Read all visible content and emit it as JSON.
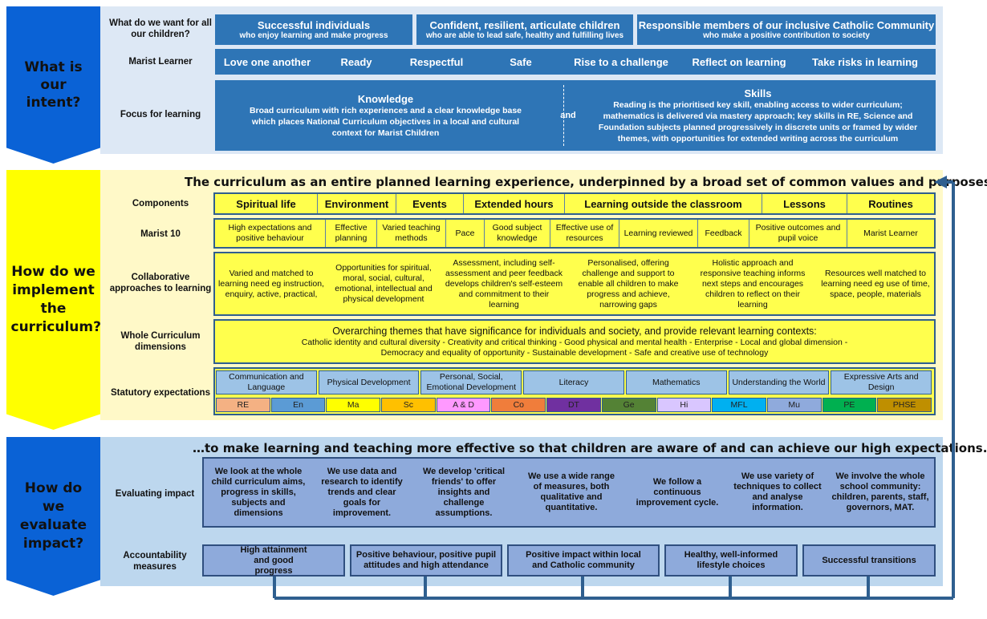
{
  "side_labels": {
    "intent": "What is our intent?",
    "implement": "How do we implement the curriculum?",
    "evaluate": "How do we evaluate impact?"
  },
  "intent": {
    "labels": {
      "want": "What do we want for all our children?",
      "learner": "Marist Learner",
      "focus": "Focus for learning"
    },
    "want_boxes": [
      {
        "title": "Successful individuals",
        "sub": "who enjoy learning and  make progress"
      },
      {
        "title": "Confident, resilient, articulate children",
        "sub": "who are able to lead safe, healthy and fulfilling lives"
      },
      {
        "title": "Responsible members of our inclusive Catholic Community",
        "sub": "who make a positive contribution to society"
      }
    ],
    "learner_items": [
      "Love one another",
      "Ready",
      "Respectful",
      "Safe",
      "Rise to a challenge",
      "Reflect on learning",
      "Take risks in learning"
    ],
    "focus": {
      "knowledge_title": "Knowledge",
      "knowledge_text": "Broad curriculum with rich experiences and a clear knowledge base which places National Curriculum objectives in a local and cultural context for Marist Children",
      "and": "and",
      "skills_title": "Skills",
      "skills_text": "Reading is the prioritised key skill, enabling access to wider curriculum; mathematics is delivered via mastery approach; key skills in RE, Science and Foundation subjects planned progressively in discrete units or framed by wider themes, with opportunities for extended writing across the curriculum"
    }
  },
  "implement": {
    "heading": "The curriculum as an entire planned learning experience, underpinned by a broad set of common values and purposes…",
    "labels": {
      "components": "Components",
      "marist10": "Marist 10",
      "collab": "Collaborative approaches to learning",
      "whole": "Whole Curriculum dimensions",
      "statutory": "Statutory expectations"
    },
    "components": [
      "Spiritual life",
      "Environment",
      "Events",
      "Extended hours",
      "Learning outside the classroom",
      "Lessons",
      "Routines"
    ],
    "marist10": [
      "High expectations and positive behaviour",
      "Effective planning",
      "Varied teaching methods",
      "Pace",
      "Good subject knowledge",
      "Effective use of resources",
      "Learning reviewed",
      "Feedback",
      "Positive outcomes and pupil voice",
      "Marist Learner"
    ],
    "collab": [
      "Varied and matched to learning need eg instruction, enquiry,  active, practical,",
      "Opportunities for spiritual, moral, social, cultural, emotional, intellectual and physical development",
      "Assessment, including self-assessment and peer feedback develops children's self-esteem and commitment to their learning",
      "Personalised, offering challenge and support to enable all children to make progress and achieve, narrowing gaps",
      "Holistic approach and responsive teaching informs next steps and encourages children to reflect on their learning",
      "Resources well matched to learning need eg use of time, space, people, materials"
    ],
    "whole": {
      "title": "Overarching themes that have significance for individuals and society, and provide relevant learning contexts:",
      "line1": "Catholic identity and cultural diversity - Creativity and critical thinking - Good physical and mental health - Enterprise - Local and global dimension -",
      "line2": "Democracy and equality of opportunity - Sustainable development - Safe and creative use of technology"
    },
    "statutory_areas": [
      "Communication and Language",
      "Physical Development",
      "Personal, Social, Emotional Development",
      "Literacy",
      "Mathematics",
      "Understanding the World",
      "Expressive Arts and Design"
    ],
    "subjects": [
      {
        "label": "RE",
        "color": "#f4b183"
      },
      {
        "label": "En",
        "color": "#5b9bd5"
      },
      {
        "label": "Ma",
        "color": "#ffff00"
      },
      {
        "label": "Sc",
        "color": "#ffc000"
      },
      {
        "label": "A & D",
        "color": "#ff99ff"
      },
      {
        "label": "Co",
        "color": "#f07d3b"
      },
      {
        "label": "DT",
        "color": "#7030a0"
      },
      {
        "label": "Ge",
        "color": "#548235"
      },
      {
        "label": "Hi",
        "color": "#d9c6ff"
      },
      {
        "label": "MFL",
        "color": "#00b0f0"
      },
      {
        "label": "Mu",
        "color": "#8faadc"
      },
      {
        "label": "PE",
        "color": "#00b050"
      },
      {
        "label": "PHSE",
        "color": "#bf8f00"
      }
    ]
  },
  "evaluate": {
    "heading": "…to make learning and teaching more effective so that children are aware of and can achieve our high expectations.",
    "labels": {
      "evaluating": "Evaluating impact",
      "accountability": "Accountability measures"
    },
    "evaluating": [
      "We look at the whole child curriculum aims, progress in skills, subjects and dimensions",
      "We use data and research to identify trends and clear goals for improvement.",
      "We develop 'critical friends' to offer insights and challenge assumptions.",
      "We use a wide range of measures, both qualitative and quantitative.",
      "We follow a continuous improvement cycle.",
      "We use variety of techniques to collect and analyse information.",
      "We involve the whole school community: children, parents, staff, governors, MAT."
    ],
    "accountability": [
      "High attainment and good progress",
      "Positive behaviour, positive pupil attitudes and high attendance",
      "Positive impact within local and Catholic community",
      "Healthy, well-informed lifestyle choices",
      "Successful transitions"
    ]
  },
  "colors": {
    "dark_blue": "#0a62d6",
    "mid_blue": "#2e75b6",
    "light_blue_panel": "#dde8f5",
    "yellow": "#ffff4d",
    "pale_yellow": "#fff9c8",
    "grey_blue": "#8eaadb"
  }
}
